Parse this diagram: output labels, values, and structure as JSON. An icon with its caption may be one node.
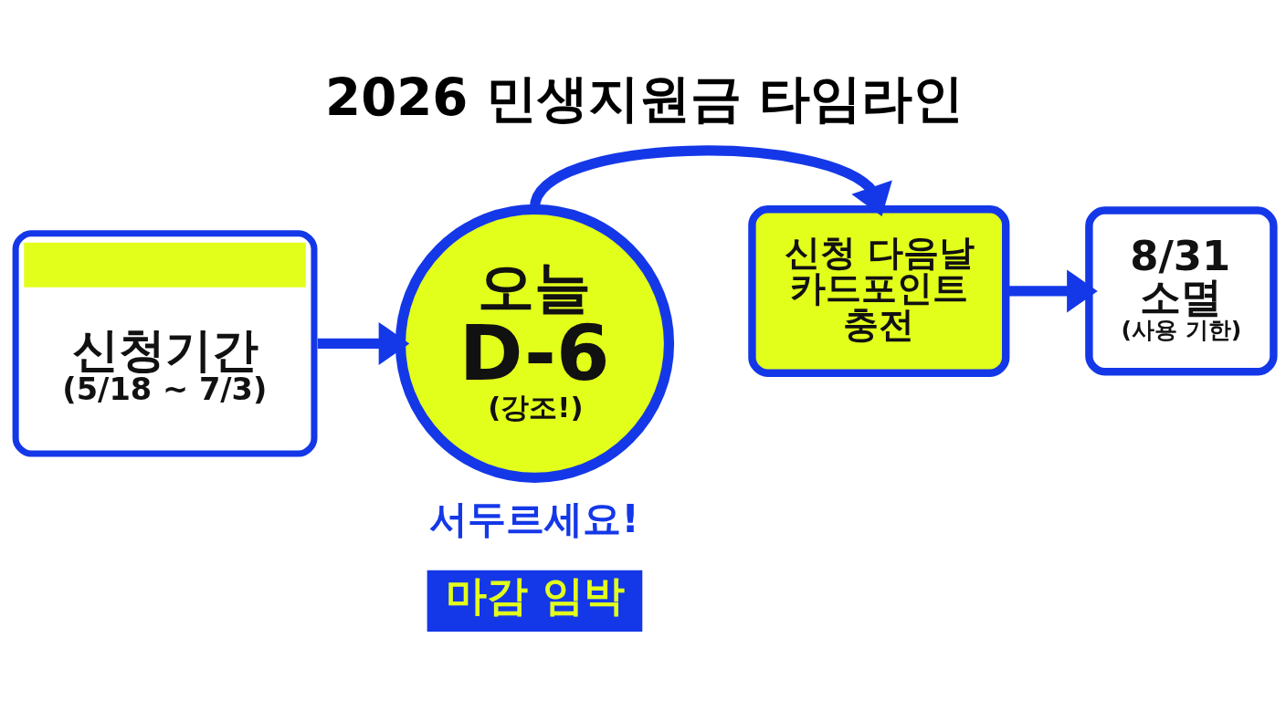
{
  "diagram": {
    "title": "2026 민생지원금 타임라인",
    "nodes": [
      {
        "text": [
          "신청기간",
          "(5/18 ~ 7/3)"
        ]
      },
      {
        "text": [
          "오늘",
          "D-6",
          "(강조!)"
        ],
        "beside": [
          "서두르세요!"
        ]
      },
      {
        "text": [
          "신청 다음날 카드포인트 충전"
        ]
      },
      {
        "text": [
          "8/31 소멸",
          "(사용 기한)"
        ]
      },
      {
        "text": [
          "마감 임박"
        ]
      }
    ],
    "edges": [
      {
        "from": 0,
        "to": 1,
        "arrow": "to"
      },
      {
        "from": 1,
        "to": 2,
        "arrow": "to"
      },
      {
        "from": 2,
        "to": 3,
        "arrow": "to"
      }
    ]
  }
}
